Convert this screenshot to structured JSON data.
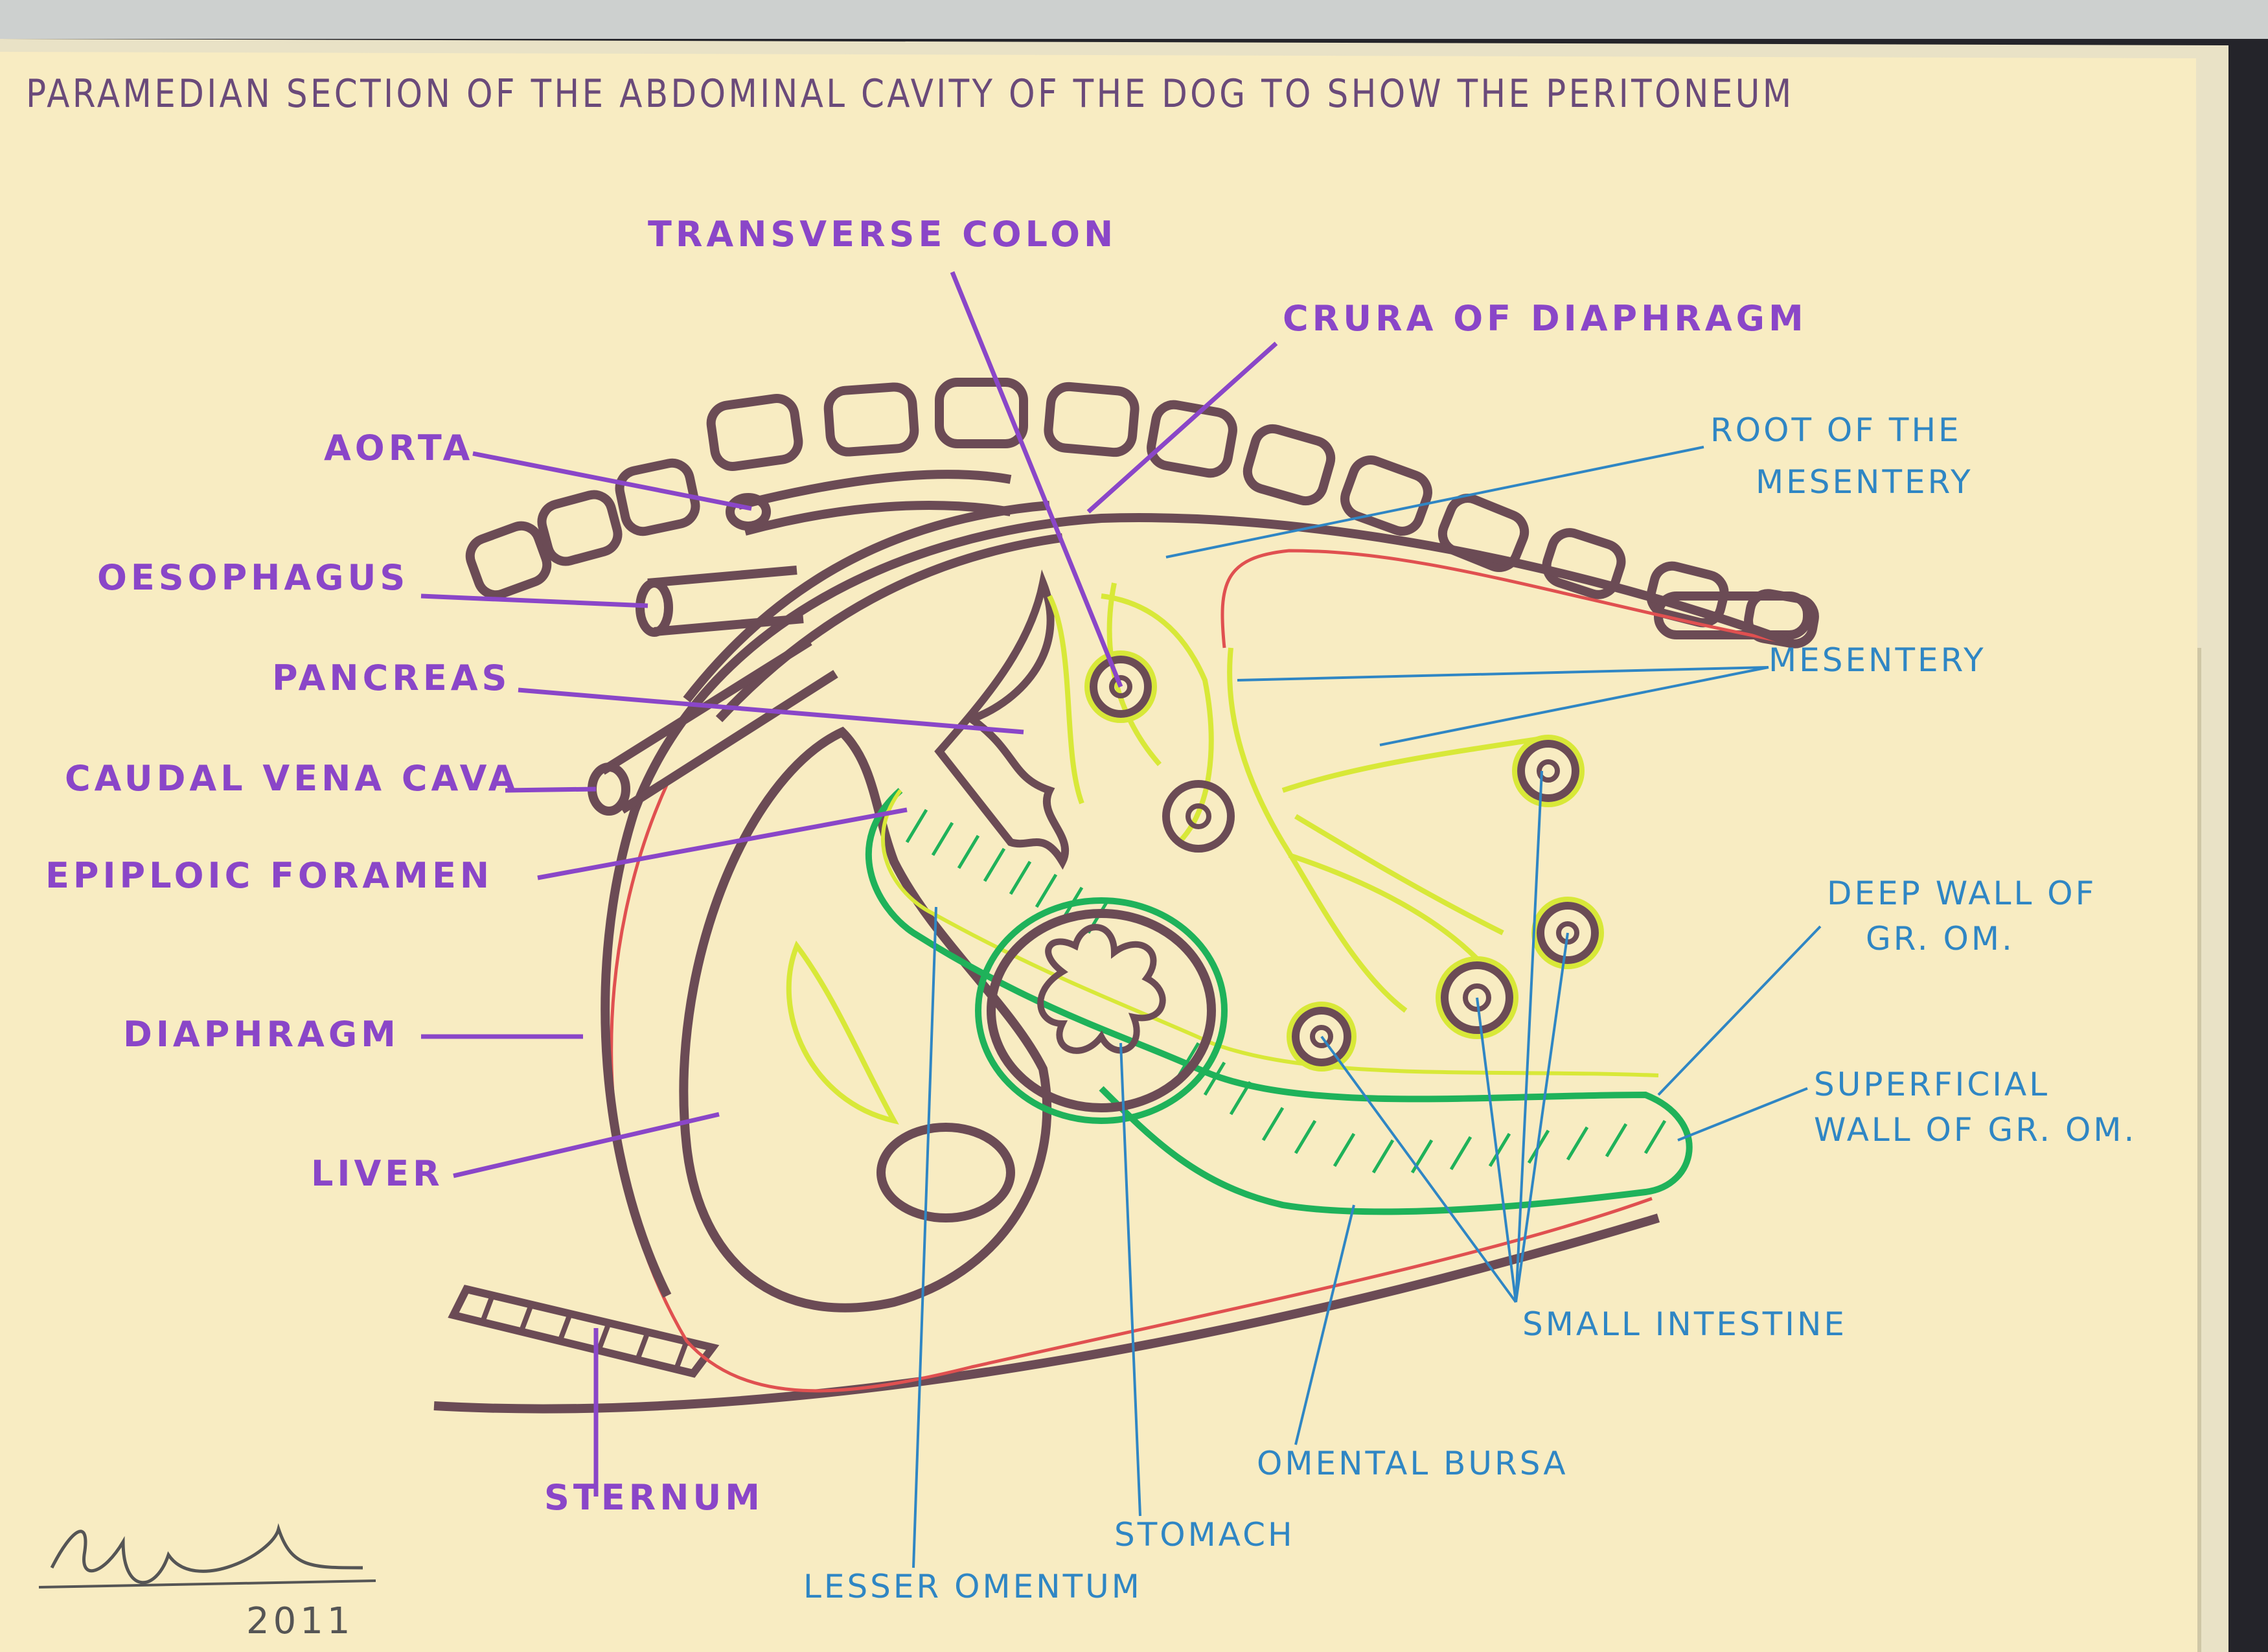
{
  "title": "PARAMEDIAN SECTION OF THE ABDOMINAL CAVITY OF THE DOG TO SHOW THE PERITONEUM",
  "colors": {
    "paper": "#f8ecc2",
    "organ_outline": "#6b4b55",
    "label_purple": "#8a46c8",
    "label_blue": "#2f86c4",
    "peritoneum_red": "#e05050",
    "visceral_peritoneum_yellow": "#d8e838",
    "omentum_green": "#1fb25a"
  },
  "labels_left": {
    "transverse_colon": "TRANSVERSE COLON",
    "aorta": "AORTA",
    "oesophagus": "OESOPHAGUS",
    "pancreas": "PANCREAS",
    "caudal_vena_cava": "CAUDAL VENA CAVA",
    "epiploic_foramen": "EPIPLOIC FORAMEN",
    "diaphragm": "DIAPHRAGM",
    "liver": "LIVER",
    "crura_of_diaphragm": "CRURA OF DIAPHRAGM",
    "sternum": "STERNUM"
  },
  "labels_right": {
    "root_of_mesentery_1": "ROOT OF THE",
    "root_of_mesentery_2": "MESENTERY",
    "mesentery": "MESENTERY",
    "deep_wall_1": "DEEP WALL OF",
    "deep_wall_2": "GR. OM.",
    "superficial_wall_1": "SUPERFICIAL",
    "superficial_wall_2": "WALL OF GR. OM.",
    "small_intestine": "SMALL INTESTINE",
    "omental_bursa": "OMENTAL BURSA",
    "stomach": "STOMACH",
    "lesser_omentum": "LESSER OMENTUM"
  },
  "signature": {
    "year": "2011"
  }
}
